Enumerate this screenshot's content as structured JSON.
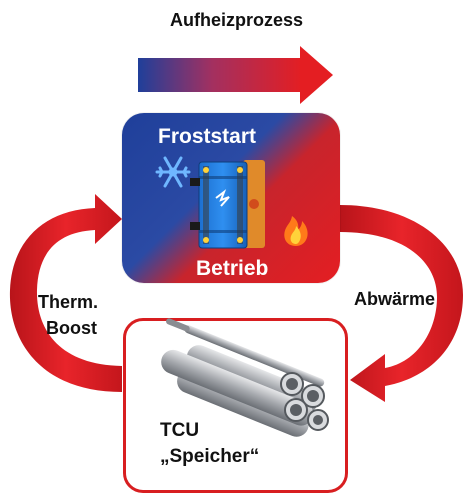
{
  "diagram": {
    "title": "Aufheizprozess",
    "top_box": {
      "upper_label": "Froststart",
      "lower_label": "Betrieb"
    },
    "bottom_box": {
      "line1": "TCU",
      "line2": "„Speicher“"
    },
    "left_label": {
      "line1": "Therm.",
      "line2": "Boost"
    },
    "right_label": "Abwärme",
    "icons": [
      "snowflake-icon",
      "flame-icon",
      "fuel-cell-stack-image",
      "tube-bundle-image"
    ],
    "colors": {
      "blue": "#2b4aa4",
      "red": "#e41e22",
      "arrow_red": "#d81e20"
    }
  }
}
